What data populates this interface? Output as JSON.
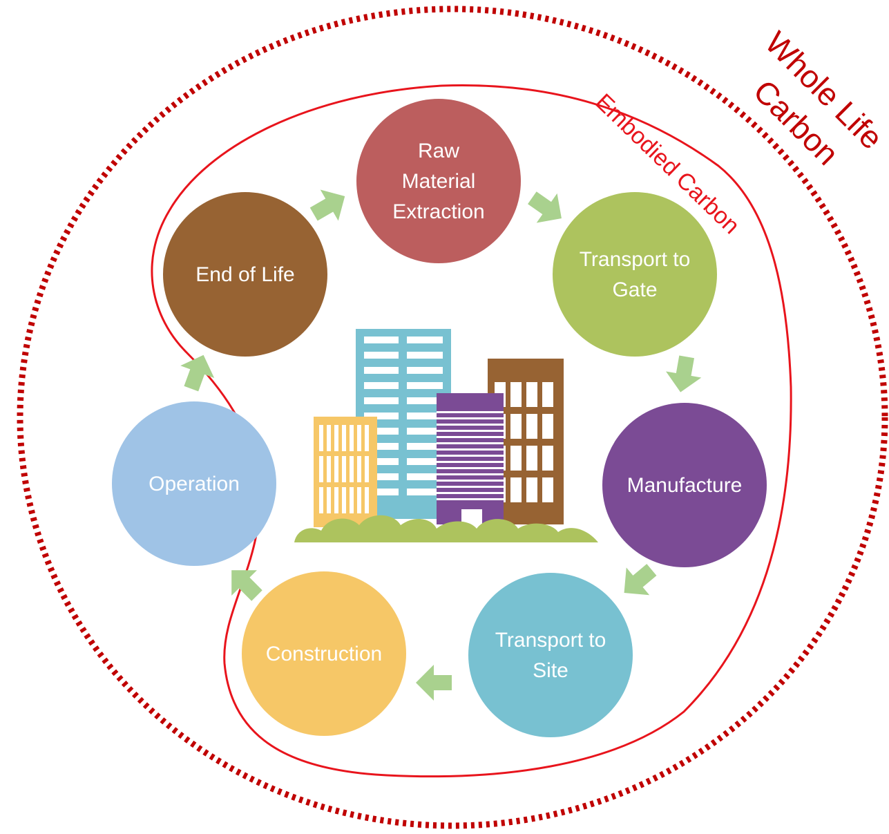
{
  "labels": {
    "whole_life_line1": "Whole Life",
    "whole_life_line2": "Carbon",
    "embodied": "Embodied Carbon"
  },
  "stages": [
    {
      "id": "raw-material-extraction",
      "lines": [
        "Raw",
        "Material",
        "Extraction"
      ],
      "color": "#bc5e5e"
    },
    {
      "id": "transport-to-gate",
      "lines": [
        "Transport to",
        "Gate"
      ],
      "color": "#adc35e"
    },
    {
      "id": "manufacture",
      "lines": [
        "Manufacture"
      ],
      "color": "#7b4b95"
    },
    {
      "id": "transport-to-site",
      "lines": [
        "Transport to",
        "Site"
      ],
      "color": "#78c1d1"
    },
    {
      "id": "construction",
      "lines": [
        "Construction"
      ],
      "color": "#f6c767"
    },
    {
      "id": "operation",
      "lines": [
        "Operation"
      ],
      "color": "#9fc3e6"
    },
    {
      "id": "end-of-life",
      "lines": [
        "End of Life"
      ],
      "color": "#976333"
    }
  ],
  "colors": {
    "boundary_red": "#e8141c",
    "whole_life_red": "#c00000",
    "arrow_green": "#a9d18e"
  }
}
